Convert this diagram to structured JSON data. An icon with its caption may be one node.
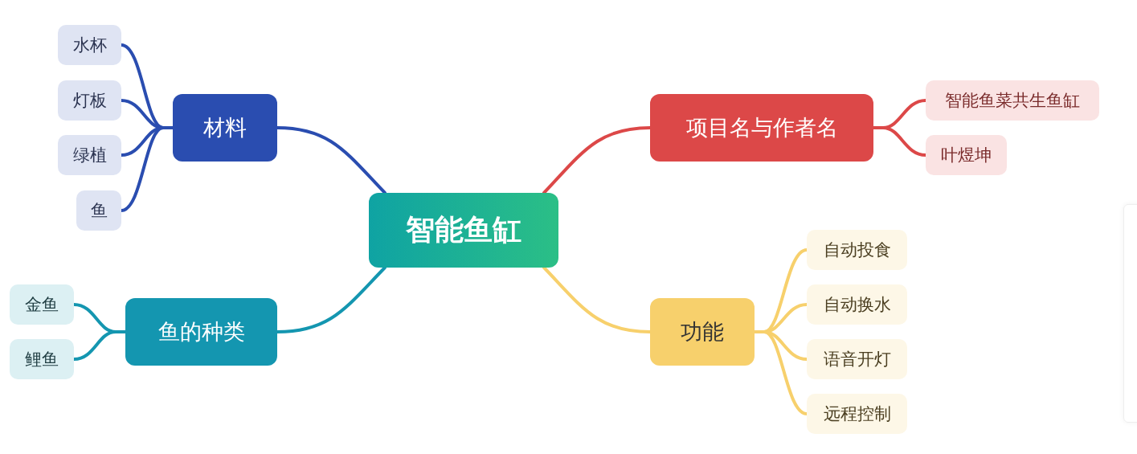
{
  "diagram": {
    "nodes": [
      {
        "text": [
          "智能鱼缸"
        ]
      },
      {
        "text": [
          "材料"
        ]
      },
      {
        "text": [
          "水杯"
        ]
      },
      {
        "text": [
          "灯板"
        ]
      },
      {
        "text": [
          "绿植"
        ]
      },
      {
        "text": [
          "鱼"
        ]
      },
      {
        "text": [
          "鱼的种类"
        ]
      },
      {
        "text": [
          "金鱼"
        ]
      },
      {
        "text": [
          "鲤鱼"
        ]
      },
      {
        "text": [
          "项目名与作者名"
        ]
      },
      {
        "text": [
          "智能鱼菜共生鱼缸"
        ]
      },
      {
        "text": [
          "叶煜坤"
        ]
      },
      {
        "text": [
          "功能"
        ]
      },
      {
        "text": [
          "自动投食"
        ]
      },
      {
        "text": [
          "自动换水"
        ]
      },
      {
        "text": [
          "语音开灯"
        ]
      },
      {
        "text": [
          "远程控制"
        ]
      }
    ],
    "edges": [
      {
        "from": 0,
        "to": 1,
        "arrow": "none",
        "color": "#2a4db0"
      },
      {
        "from": 1,
        "to": 2,
        "arrow": "none",
        "color": "#2a4db0"
      },
      {
        "from": 1,
        "to": 3,
        "arrow": "none",
        "color": "#2a4db0"
      },
      {
        "from": 1,
        "to": 4,
        "arrow": "none",
        "color": "#2a4db0"
      },
      {
        "from": 1,
        "to": 5,
        "arrow": "none",
        "color": "#2a4db0"
      },
      {
        "from": 0,
        "to": 6,
        "arrow": "none",
        "color": "#1496b0"
      },
      {
        "from": 6,
        "to": 7,
        "arrow": "none",
        "color": "#1496b0"
      },
      {
        "from": 6,
        "to": 8,
        "arrow": "none",
        "color": "#1496b0"
      },
      {
        "from": 0,
        "to": 9,
        "arrow": "none",
        "color": "#dc4848"
      },
      {
        "from": 9,
        "to": 10,
        "arrow": "none",
        "color": "#dc4848"
      },
      {
        "from": 9,
        "to": 11,
        "arrow": "none",
        "color": "#dc4848"
      },
      {
        "from": 0,
        "to": 12,
        "arrow": "none",
        "color": "#f7d06c"
      },
      {
        "from": 12,
        "to": 13,
        "arrow": "none",
        "color": "#f7d06c"
      },
      {
        "from": 12,
        "to": 14,
        "arrow": "none",
        "color": "#f7d06c"
      },
      {
        "from": 12,
        "to": 15,
        "arrow": "none",
        "color": "#f7d06c"
      },
      {
        "from": 12,
        "to": 16,
        "arrow": "none",
        "color": "#f7d06c"
      }
    ]
  }
}
